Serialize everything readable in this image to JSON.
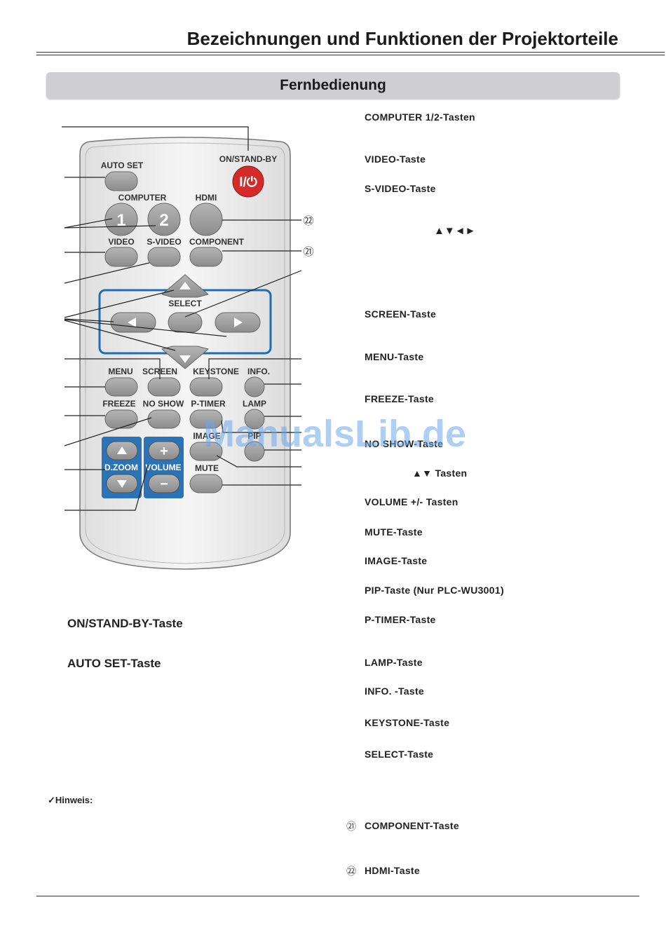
{
  "page": {
    "title": "Bezeichnungen und Funktionen der Projektorteile",
    "section": "Fernbedienung"
  },
  "remote": {
    "on_standby": "ON/STAND-BY",
    "power_symbol": "I/⏻",
    "auto_set": "AUTO SET",
    "computer": "COMPUTER",
    "hdmi": "HDMI",
    "btn1": "1",
    "btn2": "2",
    "video": "VIDEO",
    "s_video": "S-VIDEO",
    "component": "COMPONENT",
    "select": "SELECT",
    "menu": "MENU",
    "screen": "SCREEN",
    "keystone": "KEYSTONE",
    "info": "INFO.",
    "freeze": "FREEZE",
    "no_show": "NO SHOW",
    "p_timer": "P-TIMER",
    "lamp": "LAMP",
    "image": "IMAGE",
    "pip": "PIP",
    "mute": "MUTE",
    "dzoom": "D.ZOOM",
    "volume": "VOLUME",
    "plus": "+",
    "minus": "−"
  },
  "markers": {
    "m22": "㉒",
    "m21": "㉑"
  },
  "labels": {
    "computer": "COMPUTER 1/2-Tasten",
    "video": "VIDEO-Taste",
    "s_video": "S-VIDEO-Taste",
    "arrows4": "▲▼◄►",
    "screen": "SCREEN-Taste",
    "menu": "MENU-Taste",
    "freeze": "FREEZE-Taste",
    "no_show": "NO SHOW-Taste",
    "dzoom": "▲▼ Tasten",
    "volume": "VOLUME +/- Tasten",
    "mute": "MUTE-Taste",
    "image": "IMAGE-Taste",
    "pip": "PIP-Taste (Nur PLC-WU3001)",
    "p_timer": "P-TIMER-Taste",
    "lamp": "LAMP-Taste",
    "info": "INFO. -Taste",
    "keystone": "KEYSTONE-Taste",
    "select": "SELECT-Taste",
    "component": "COMPONENT-Taste",
    "hdmi": "HDMI-Taste",
    "on_standby": "ON/STAND-BY-Taste",
    "auto_set": "AUTO SET-Taste",
    "hinweis": "✓Hinweis:"
  },
  "watermark": "ManualsLib.de",
  "colors": {
    "power": "#d42a2a",
    "blue_panel": "#2b73b7",
    "select_ring": "#1f6eb5",
    "button": "#9a9a9a",
    "remote_body": "#ececec"
  }
}
